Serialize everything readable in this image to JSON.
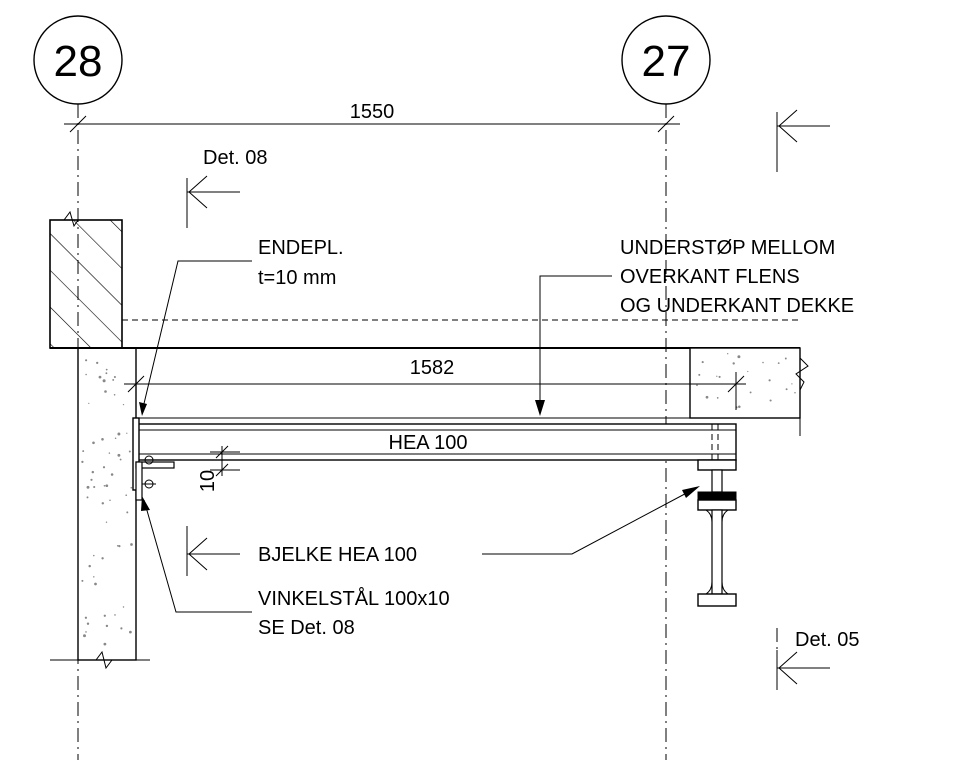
{
  "grid": {
    "left_label": "28",
    "right_label": "27"
  },
  "dimensions": {
    "span_between_grids": "1550",
    "beam_length": "1582",
    "angle_leg": "10"
  },
  "labels": {
    "detail_08": "Det. 08",
    "detail_05": "Det. 05",
    "end_plate_line1": "ENDEPL.",
    "end_plate_line2": "t=10 mm",
    "grout_line1": "UNDERSTØP MELLOM",
    "grout_line2": "OVERKANT FLENS",
    "grout_line3": "OG UNDERKANT DEKKE",
    "beam_profile": "HEA 100",
    "beam_callout": "BJELKE HEA 100",
    "angle_line1": "VINKELSTÅL 100x10",
    "angle_line2": "SE Det. 08"
  }
}
